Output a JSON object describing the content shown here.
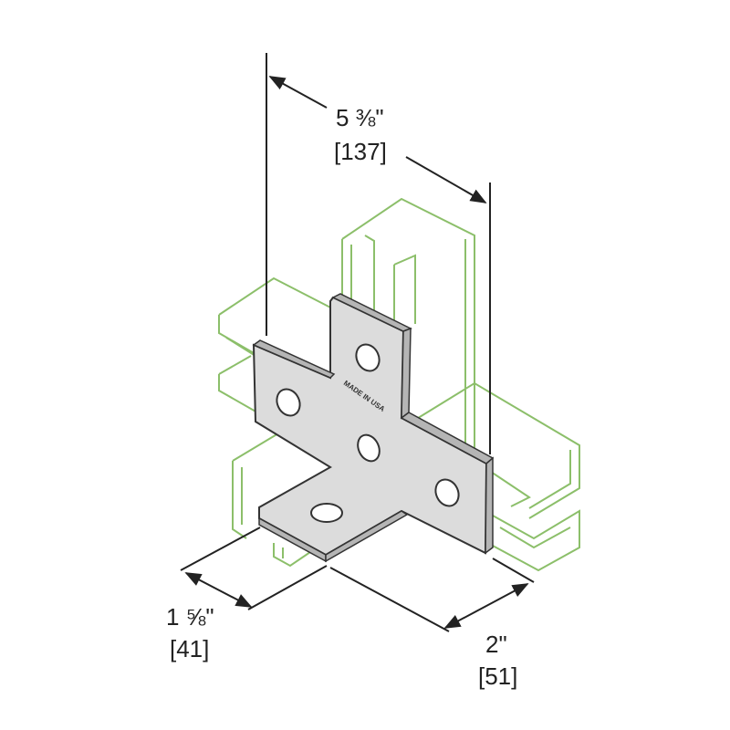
{
  "diagram": {
    "part_stamp": "MADE IN USA",
    "dimensions": {
      "height": {
        "imperial": "5 ⅜\"",
        "metric": "[137]"
      },
      "channel_width": {
        "imperial": "1 ⅝\"",
        "metric": "[41]"
      },
      "plate_width": {
        "imperial": "2\"",
        "metric": "[51]"
      }
    },
    "colors": {
      "channel_outline": "#8cbf6a",
      "plate_fill": "#dcdcdc",
      "plate_edge": "#b5b5b5",
      "dimension_line": "#222222"
    }
  }
}
